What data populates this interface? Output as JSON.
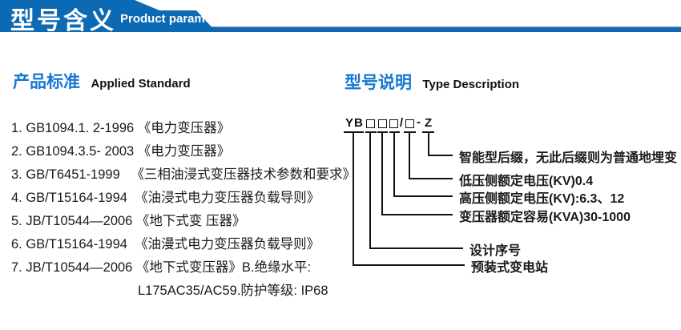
{
  "header": {
    "title": "型号含义",
    "subtitle": "Product parameters",
    "bar_color": "#0c69b4",
    "stripe_color": "#1566ae"
  },
  "standards": {
    "heading": "产品标准",
    "heading_en": "Applied Standard",
    "items": [
      "1. GB1094.1. 2-1996 《电力变压器》",
      "2. GB1094.3.5- 2003 《电力变压器》",
      "3. GB/T6451-1999   《三相油浸式变压器技术参数和要求》",
      "4. GB/T15164-1994  《油浸式电力变压器负载导则》",
      "5. JB/T10544—2006 《地下式变 压器》",
      "6. GB/T15164-1994  《油漫式电力变压器负载导则》",
      "7. JB/T10544—2006 《地下式变压器》B.绝缘水平:"
    ],
    "continuation": "L175AC35/AC59.防护等级: IP68"
  },
  "type_description": {
    "heading": "型号说明",
    "heading_en": "Type Description",
    "model_code_display": "YB□ □□/□-Z",
    "code": {
      "prefix": "YB",
      "slash": "/",
      "dash": "-",
      "suffix": "Z"
    },
    "branches": [
      {
        "from": "Z",
        "label": "智能型后缀，无此后缀则为普通地埋变"
      },
      {
        "from": "box-after-slash",
        "label": "低压侧额定电压(KV)0.4"
      },
      {
        "from": "box-pair-right",
        "label": "高压侧额定电压(KV):6.3、12"
      },
      {
        "from": "box-pair-left",
        "label": "变压器额定容易(KVA)30-1000"
      },
      {
        "from": "box-1",
        "label": "设计序号"
      },
      {
        "from": "YB",
        "label": "预装式变电站"
      }
    ]
  },
  "colors": {
    "header_blue": "#0c69b4",
    "accent_blue": "#1677d4",
    "text_black": "#1a1a1a"
  }
}
